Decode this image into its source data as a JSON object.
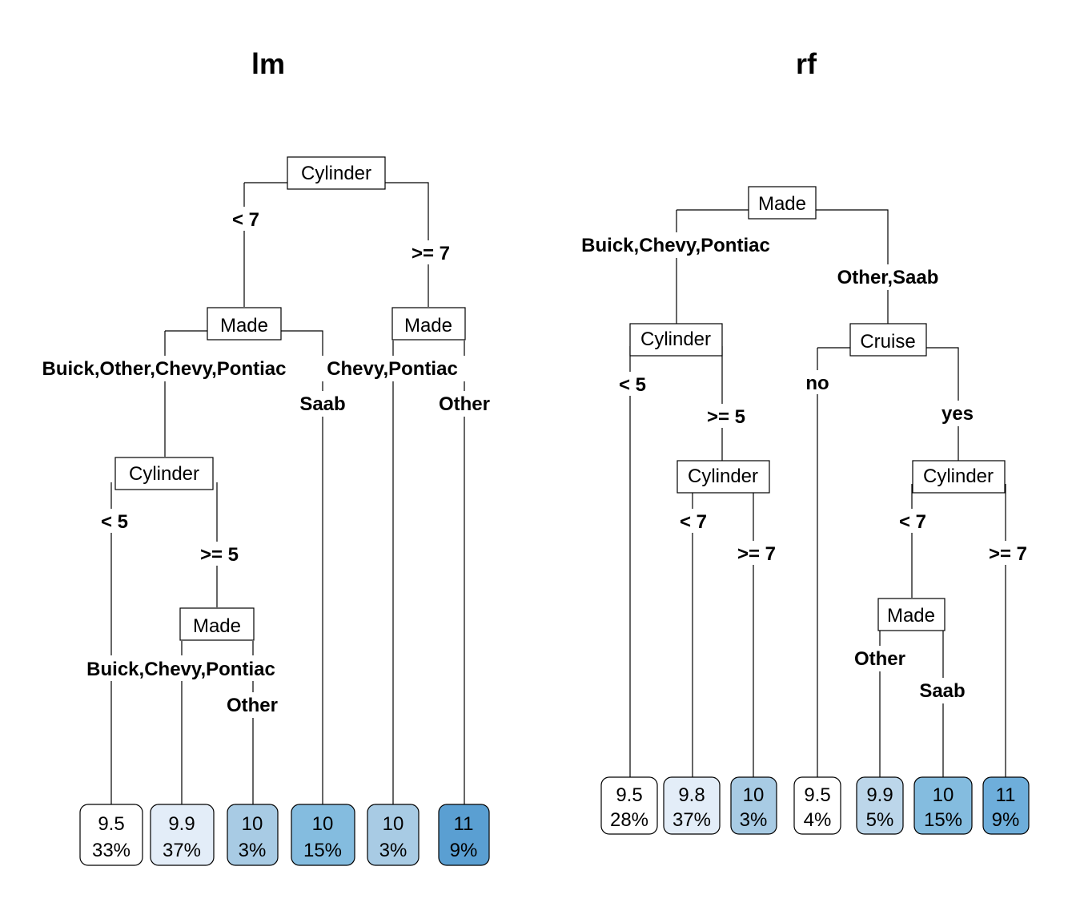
{
  "trees": [
    {
      "title": "lm",
      "splits": [
        "Cylinder",
        "Made",
        "Made",
        "Cylinder",
        "Made"
      ],
      "edges": [
        "< 7",
        ">= 7",
        "Buick,Other,Chevy,Pontiac",
        "Saab",
        "Chevy,Pontiac",
        "Other",
        "< 5",
        ">= 5",
        "Buick,Chevy,Pontiac",
        "Other"
      ],
      "leaves": [
        {
          "value": "9.5",
          "pct": "33%"
        },
        {
          "value": "9.9",
          "pct": "37%"
        },
        {
          "value": "10",
          "pct": "3%"
        },
        {
          "value": "10",
          "pct": "15%"
        },
        {
          "value": "10",
          "pct": "3%"
        },
        {
          "value": "11",
          "pct": "9%"
        }
      ]
    },
    {
      "title": "rf",
      "splits": [
        "Made",
        "Cylinder",
        "Cruise",
        "Cylinder",
        "Cylinder",
        "Made"
      ],
      "edges": [
        "Buick,Chevy,Pontiac",
        "Other,Saab",
        "< 5",
        ">= 5",
        "no",
        "yes",
        "< 7",
        ">= 7",
        "< 7",
        ">= 7",
        "Other",
        "Saab"
      ],
      "leaves": [
        {
          "value": "9.5",
          "pct": "28%"
        },
        {
          "value": "9.8",
          "pct": "37%"
        },
        {
          "value": "10",
          "pct": "3%"
        },
        {
          "value": "9.5",
          "pct": "4%"
        },
        {
          "value": "9.9",
          "pct": "5%"
        },
        {
          "value": "10",
          "pct": "15%"
        },
        {
          "value": "11",
          "pct": "9%"
        }
      ]
    }
  ],
  "colors": {
    "leaf_shades": [
      "#ffffff",
      "#e3edf8",
      "#bcd6ea",
      "#a8cbe4",
      "#84bcdf",
      "#6eaedb",
      "#5a9fd2"
    ]
  }
}
